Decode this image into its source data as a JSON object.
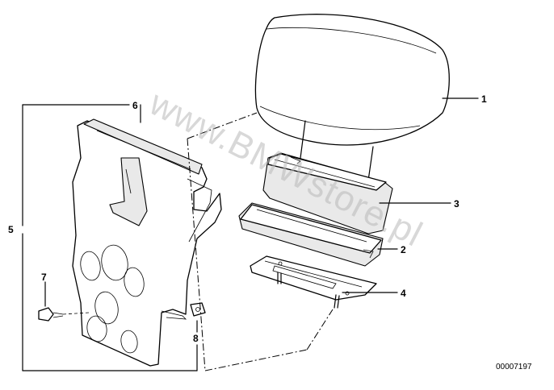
{
  "diagram": {
    "drawing_number": "00007197",
    "watermark": "www.BMWstore.pl",
    "callouts": {
      "c1": "1",
      "c2": "2",
      "c3": "3",
      "c4": "4",
      "c5": "5",
      "c6": "6",
      "c7": "7",
      "c8": "8"
    }
  }
}
